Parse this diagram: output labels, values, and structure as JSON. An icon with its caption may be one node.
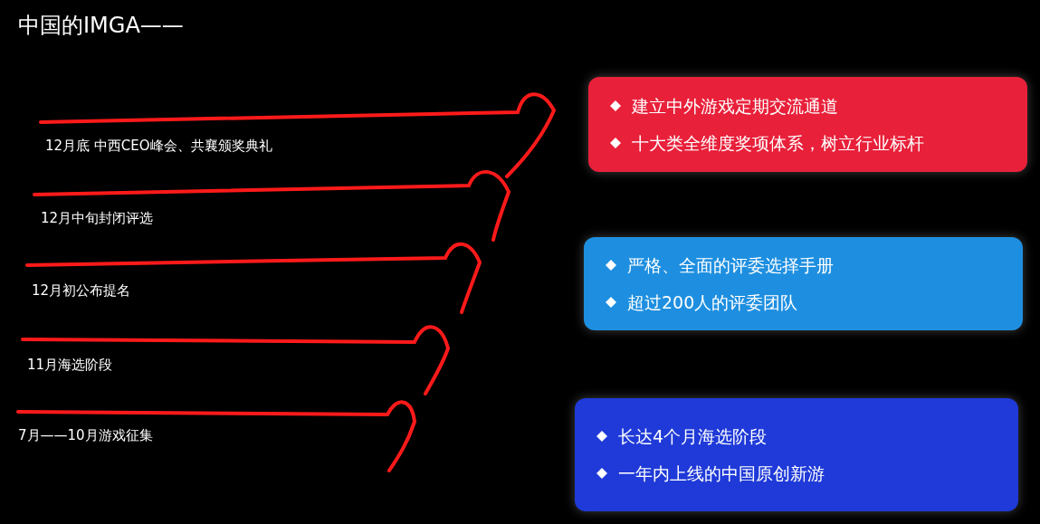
{
  "diagram": {
    "title": "中国的IMGA——",
    "nodes": [
      {
        "text": [
          "建立中外游戏定期交流通道",
          "十大类全维度奖项体系，树立行业标杆"
        ]
      },
      {
        "text": [
          "严格、全面的评委选择手册",
          "超过200人的评委团队"
        ]
      },
      {
        "text": [
          "长达4个月海选阶段",
          "一年内上线的中国原创新游"
        ]
      }
    ],
    "labels": [
      "12月底 中西CEO峰会、共襄颁奖典礼",
      "12月中旬封闭评选",
      "12月初公布提名",
      "11月海选阶段",
      "7月——10月游戏征集"
    ]
  }
}
